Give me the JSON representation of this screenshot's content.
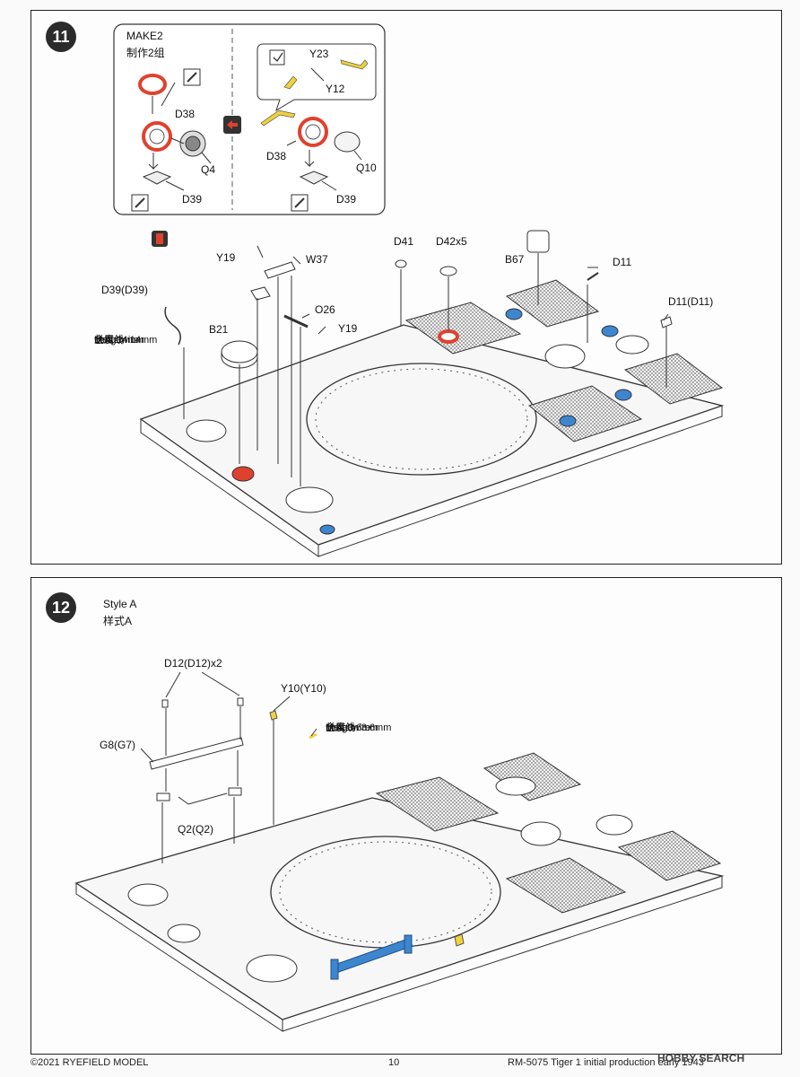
{
  "step11": {
    "number": "11",
    "inset": {
      "make_label": "MAKE2",
      "make_label_cn": "制作2组",
      "labels": [
        "D38",
        "Q4",
        "D39",
        "Y23",
        "Y12",
        "D38",
        "Q10",
        "D39"
      ]
    },
    "part_labels": [
      "Y19",
      "W37",
      "D39(D39)",
      "O26",
      "Y19",
      "B21",
      "D41",
      "D42x5",
      "B67",
      "D11",
      "D11(D11)"
    ],
    "metal_wire": [
      "Metal wire",
      "金属线",
      "Length: 14mm",
      "长度:14mm"
    ]
  },
  "step12": {
    "number": "12",
    "style": "Style A",
    "style_cn": "样式A",
    "part_labels": [
      "D12(D12)x2",
      "Y10(Y10)",
      "G8(G7)",
      "Q2(Q2)"
    ],
    "metal_wire": [
      "Metal wire",
      "金属线",
      "Length: 3.6mm",
      "长度:3.6mm"
    ]
  },
  "footer": {
    "copyright": "©2021 RYEFIELD MODEL",
    "page_number": "10",
    "product": "RM-5075  Tiger 1 initial production early 1943"
  },
  "watermark": "HOBBY SEARCH",
  "colors": {
    "red": "#e0412f",
    "blue": "#3d86cf",
    "yellow": "#f0d23a",
    "line": "#333333"
  }
}
